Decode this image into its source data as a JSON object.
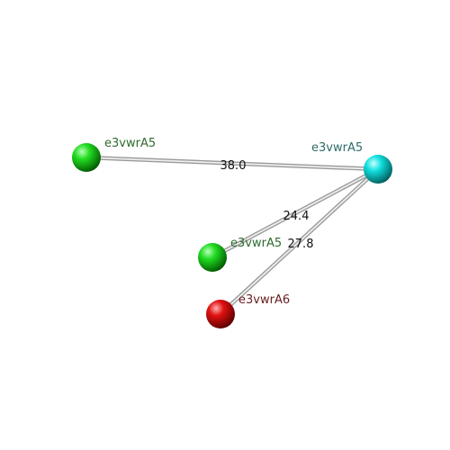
{
  "nodes": [
    {
      "id": "n1",
      "label": "e3vwrA5",
      "color": "#00cc00",
      "label_color": "#2e6b2e"
    },
    {
      "id": "n2",
      "label": "e3vwrA5",
      "color": "#00e5e5",
      "label_color": "#2e6b6b"
    },
    {
      "id": "n3",
      "label": "e3vwrA5",
      "color": "#00cc00",
      "label_color": "#2e6b2e"
    },
    {
      "id": "n4",
      "label": "e3vwrA6",
      "color": "#dd0000",
      "label_color": "#6b2020"
    }
  ],
  "edges": [
    {
      "from": "n1",
      "to": "n2",
      "label": "38.0"
    },
    {
      "from": "n3",
      "to": "n2",
      "label": "24.4"
    },
    {
      "from": "n4",
      "to": "n2",
      "label": "27.8"
    }
  ]
}
